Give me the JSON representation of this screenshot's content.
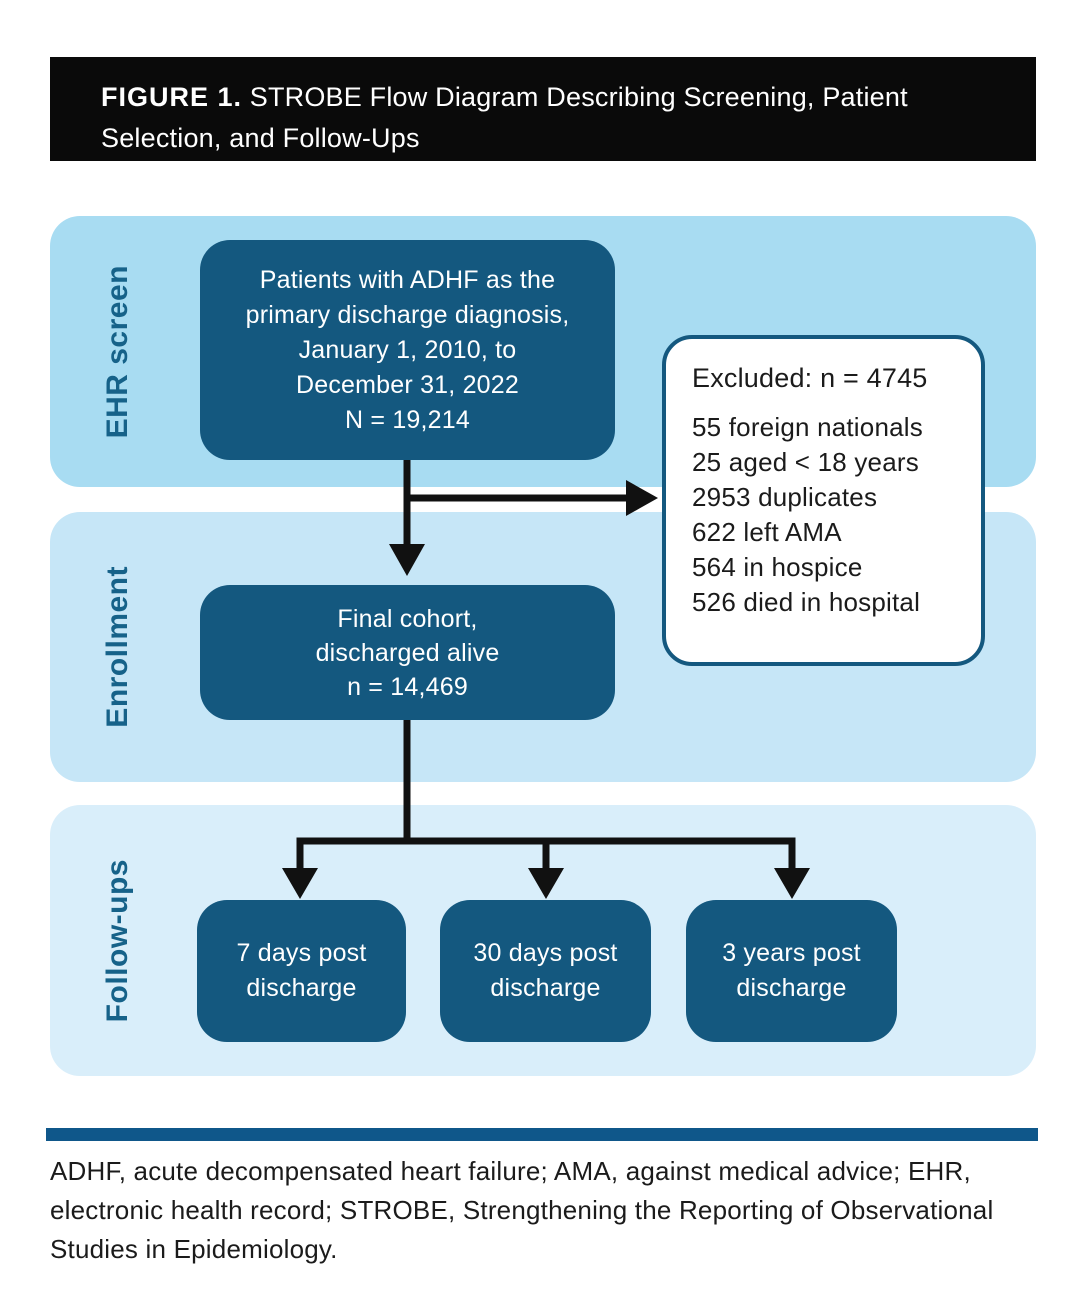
{
  "figure": {
    "title": {
      "label": "FIGURE 1.",
      "text": " STROBE Flow Diagram Describing Screening, Patient Selection, and Follow-Ups"
    }
  },
  "bands": [
    {
      "label": "EHR screen",
      "color": "#a8dcf2"
    },
    {
      "label": "Enrollment",
      "color": "#c6e6f7"
    },
    {
      "label": "Follow-ups",
      "color": "#d9eefa"
    }
  ],
  "boxes": {
    "screening": {
      "text": "Patients with ADHF as the\nprimary discharge diagnosis,\nJanuary 1, 2010, to\nDecember 31, 2022\nN = 19,214"
    },
    "excluded": {
      "heading": "Excluded: n = 4745",
      "items": [
        "55 foreign nationals",
        "25 aged < 18 years",
        "2953 duplicates",
        "622 left AMA",
        "564 in hospice",
        "526 died in hospital"
      ]
    },
    "final_cohort": {
      "text": "Final cohort,\ndischarged alive\nn = 14,469"
    },
    "followups": [
      {
        "text": "7 days post\ndischarge"
      },
      {
        "text": "30 days post\ndischarge"
      },
      {
        "text": "3 years post\ndischarge"
      }
    ]
  },
  "footnote": "ADHF, acute decompensated heart failure; AMA, against medical advice; EHR, electronic health record; STROBE, Strengthening the Reporting of Observational Studies in Epidemiology.",
  "colors": {
    "title_bar_bg": "#0a0a0a",
    "flow_box_blue": "#14587f",
    "band_label_blue": "#166289",
    "excluded_border_blue": "#14587f",
    "divider_rule_blue": "#0f578a",
    "arrow_black": "#111111",
    "band_ehr": "#a8dcf2",
    "band_enrollment": "#c6e6f7",
    "band_followups": "#d9eefa"
  }
}
